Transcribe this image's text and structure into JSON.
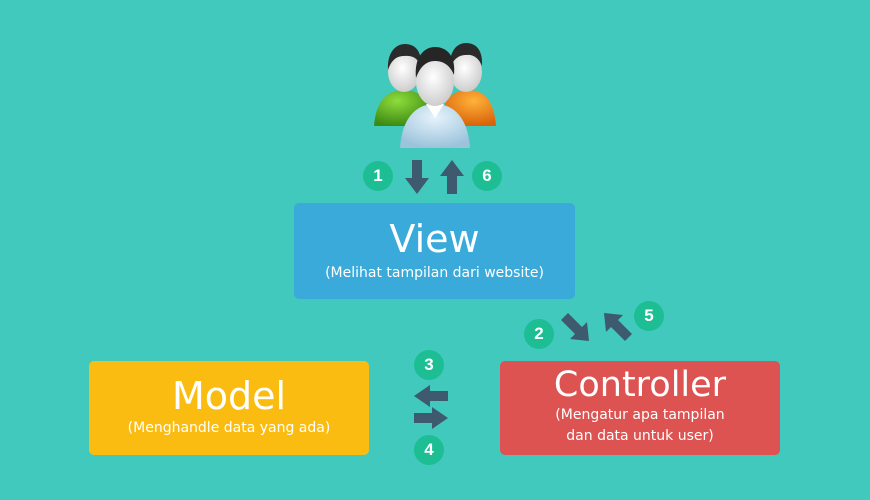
{
  "colors": {
    "background": "#41c9bd",
    "view": "#39aad9",
    "model": "#fbbc12",
    "controller": "#dc5351",
    "badge": "#1ebe94",
    "arrow": "#3e5a6e"
  },
  "users_icon": "users-group-icon",
  "view": {
    "title": "View",
    "subtitle": "(Melihat tampilan dari website)"
  },
  "model": {
    "title": "Model",
    "subtitle": "(Menghandle data yang ada)"
  },
  "controller": {
    "title": "Controller",
    "subtitle_line1": "(Mengatur apa tampilan",
    "subtitle_line2": "dan data untuk user)"
  },
  "steps": [
    "1",
    "2",
    "3",
    "4",
    "5",
    "6"
  ]
}
